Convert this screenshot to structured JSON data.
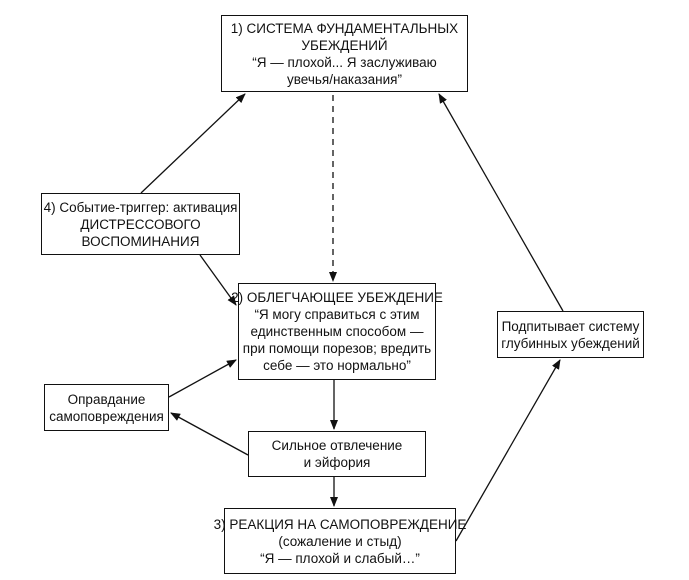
{
  "boxes": {
    "core_beliefs": {
      "line1": "1) СИСТЕМА ФУНДАМЕНТАЛЬНЫХ",
      "line2": "УБЕЖДЕНИЙ",
      "line3": "“Я — плохой... Я заслуживаю",
      "line4": "увечья/наказания”"
    },
    "facilitating_belief": {
      "line1": "2) ОБЛЕГЧАЮЩЕЕ УБЕЖДЕНИЕ",
      "line2": "“Я могу справиться с этим",
      "line3": "единственным способом —",
      "line4": "при помощи порезов; вредить",
      "line5": "себе — это нормально”"
    },
    "reaction": {
      "line1": "3) РЕАКЦИЯ НА САМОПОВРЕЖДЕНИЕ",
      "line2": "(сожаление и стыд)",
      "line3": "“Я — плохой и слабый…”"
    },
    "trigger": {
      "line1": "4) Событие-триггер: активация",
      "line2": "ДИСТРЕССОВОГО",
      "line3": "ВОСПОМИНАНИЯ"
    },
    "justification": {
      "line1": "Оправдание",
      "line2": "самоповреждения"
    },
    "distraction": {
      "line1": "Сильное отвлечение",
      "line2": "и эйфория"
    },
    "feeds_system": {
      "line1": "Подпитывает систему",
      "line2": "глубинных убеждений"
    }
  }
}
